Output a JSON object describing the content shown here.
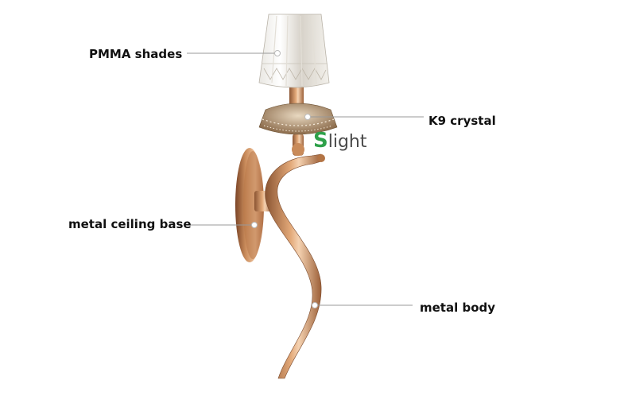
{
  "labels": {
    "shades": "PMMA shades",
    "crystal": "K9 crystal",
    "base": "metal ceiling base",
    "body": "metal body"
  },
  "watermark": {
    "mark": "S",
    "text": "light"
  },
  "colors": {
    "gold": "#c98b5a",
    "gold_dark": "#8a5432",
    "gold_light": "#f1c9a4",
    "leader_line": "#999999",
    "text": "#111111",
    "watermark_green": "#2fa14a"
  }
}
